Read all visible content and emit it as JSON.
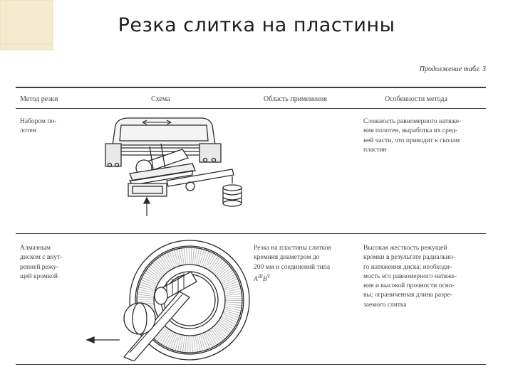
{
  "slide": {
    "title": "Резка слитка на пластины"
  },
  "table": {
    "continuation": "Продолжение табл. 3",
    "headers": {
      "method": "Метод резки",
      "scheme": "Схема",
      "application": "Область применения",
      "features": "Особенности метода"
    },
    "rows": [
      {
        "method_lines": [
          "Набором    по-",
          "лотен"
        ],
        "application_lines": [],
        "features_lines": [
          "Сложность равномерного натяже-",
          "ния полотен, выработка их сред-",
          "ней части, что приводит к сколам",
          "пластин"
        ]
      },
      {
        "method_lines": [
          "Алмазным",
          "диском с внут-",
          "ренней режу-",
          "щей кромкой"
        ],
        "application_lines": [
          "Резка на пластины слитков",
          "кремния   диаметром   до",
          "200 мм и соединений типа"
        ],
        "application_formula": {
          "base": "A",
          "sup": "III",
          "mid": "B",
          "tail": "V"
        },
        "features_lines": [
          "Высокая  жесткость    режущей",
          "кромки в результате радиально-",
          "го натяжения диска; необходи-",
          "мость его равномерного натяже-",
          "ния и высокой прочности осно-",
          "вы; ограниченная длина разре-",
          "заемого слитка"
        ]
      }
    ]
  }
}
